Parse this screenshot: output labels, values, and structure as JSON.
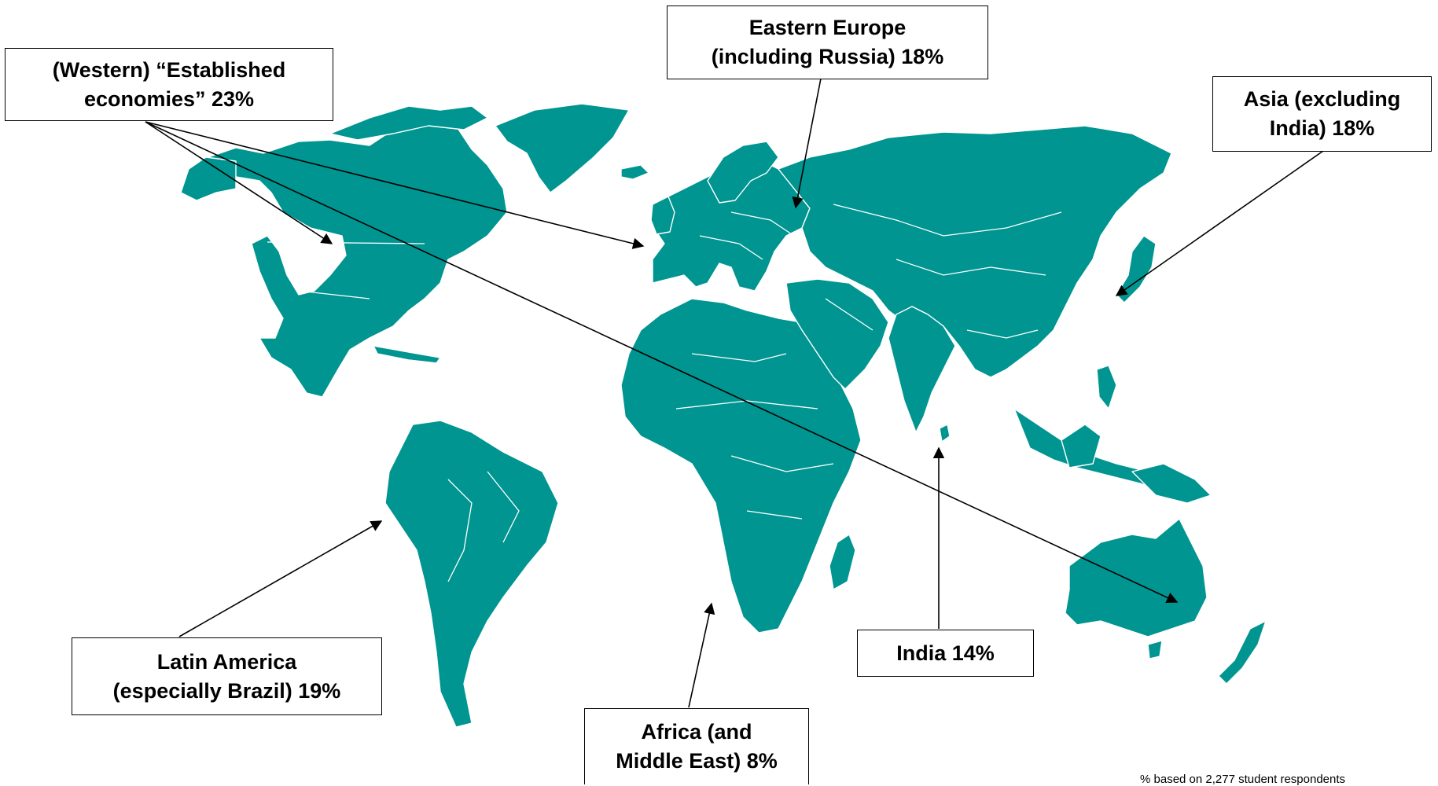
{
  "map": {
    "land_color": "#009590",
    "border_color": "#ffffff",
    "regions": [
      {
        "key": "established",
        "line1": "(Western) “Established",
        "line2": "economies” 23%",
        "percent": 23
      },
      {
        "key": "eastern_europe",
        "line1": "Eastern Europe",
        "line2": "(including Russia) 18%",
        "percent": 18
      },
      {
        "key": "asia",
        "line1": "Asia (excluding",
        "line2": "India) 18%",
        "percent": 18
      },
      {
        "key": "latin_america",
        "line1": "Latin America",
        "line2": "(especially Brazil) 19%",
        "percent": 19
      },
      {
        "key": "africa",
        "line1": "Africa (and",
        "line2": "Middle East) 8%",
        "percent": 8
      },
      {
        "key": "india",
        "line1": "India 14%",
        "percent": 14
      }
    ],
    "footnote": "% based on 2,277 student respondents"
  }
}
